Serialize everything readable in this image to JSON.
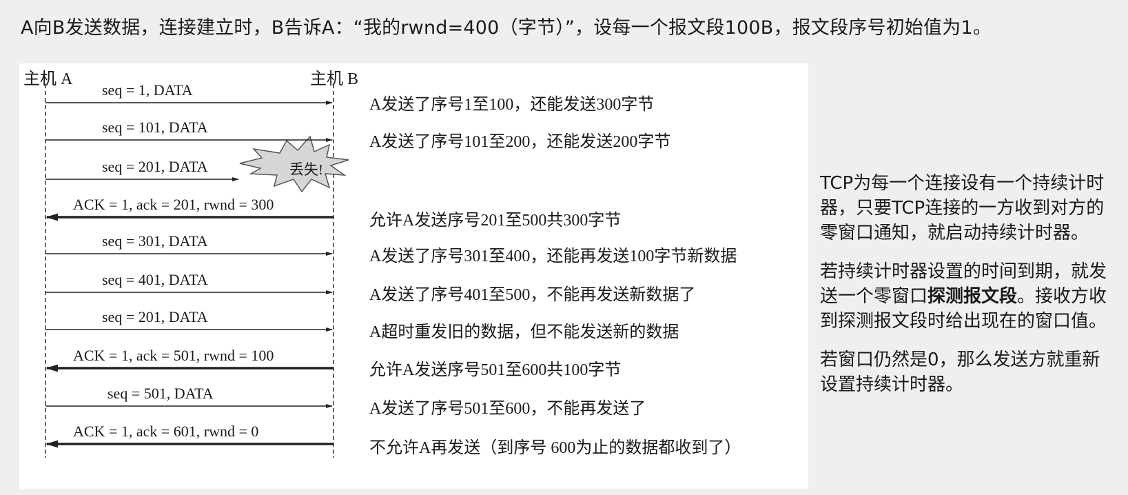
{
  "header": "A向B发送数据，连接建立时，B告诉A：“我的rwnd=400（字节）”，设每一个报文段100B，报文段序号初始值为1。",
  "host_a": "主机 A",
  "host_b": "主机 B",
  "lost_label": "丢失!",
  "messages": [
    {
      "label": "seq = 1, DATA",
      "direction": "A-to-B",
      "lost": false,
      "bold": false,
      "desc": "A发送了序号1至100，还能发送300字节"
    },
    {
      "label": "seq = 101, DATA",
      "direction": "A-to-B",
      "lost": false,
      "bold": false,
      "desc": "A发送了序号101至200，还能发送200字节"
    },
    {
      "label": "seq = 201, DATA",
      "direction": "A-to-B",
      "lost": true,
      "bold": false,
      "desc": ""
    },
    {
      "label": "ACK = 1, ack = 201, rwnd = 300",
      "direction": "B-to-A",
      "lost": false,
      "bold": true,
      "desc": "允许A发送序号201至500共300字节"
    },
    {
      "label": "seq = 301, DATA",
      "direction": "A-to-B",
      "lost": false,
      "bold": false,
      "desc": "A发送了序号301至400，还能再发送100字节新数据"
    },
    {
      "label": "seq = 401, DATA",
      "direction": "A-to-B",
      "lost": false,
      "bold": false,
      "desc": "A发送了序号401至500，不能再发送新数据了"
    },
    {
      "label": "seq = 201, DATA",
      "direction": "A-to-B",
      "lost": false,
      "bold": false,
      "desc": "A超时重发旧的数据，但不能发送新的数据"
    },
    {
      "label": "ACK = 1, ack = 501, rwnd = 100",
      "direction": "B-to-A",
      "lost": false,
      "bold": true,
      "desc": "允许A发送序号501至600共100字节"
    },
    {
      "label": "seq = 501, DATA",
      "direction": "A-to-B",
      "lost": false,
      "bold": false,
      "desc": "A发送了序号501至600，不能再发送了"
    },
    {
      "label": "ACK = 1, ack = 601, rwnd = 0",
      "direction": "B-to-A",
      "lost": false,
      "bold": true,
      "desc": "不允许A再发送（到序号 600为止的数据都收到了）"
    }
  ],
  "notes": {
    "p1": "TCP为每一个连接设有一个持续计时器，只要TCP连接的一方收到对方的零窗口通知，就启动持续计时器。",
    "p2_before": "若持续计时器设置的时间到期，就发送一个零窗口",
    "p2_bold": "探测报文段",
    "p2_after": "。接收方收到探测报文段时给出现在的窗口值。",
    "p3": "若窗口仍然是0，那么发送方就重新设置持续计时器。"
  }
}
